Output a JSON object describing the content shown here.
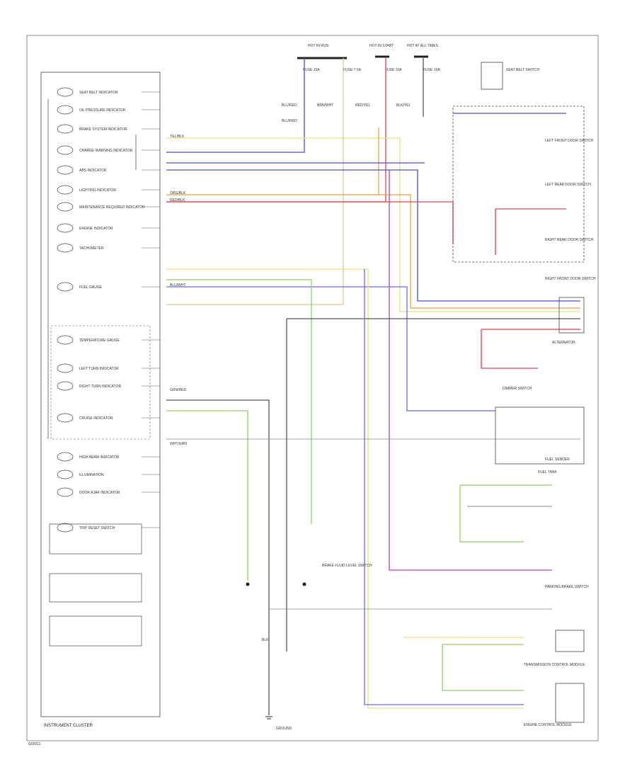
{
  "cluster": {
    "title": "INSTRUMENT CLUSTER",
    "indicators": [
      {
        "name": "SEAT BELT INDICATOR"
      },
      {
        "name": "OIL PRESSURE INDICATOR"
      },
      {
        "name": "BRAKE SYSTEM INDICATOR"
      },
      {
        "name": "CHARGE WARNING INDICATOR"
      },
      {
        "name": "ABS INDICATOR"
      },
      {
        "name": "LIGHTING INDICATOR"
      },
      {
        "name": "MAINTENANCE REQUIRED INDICATOR"
      },
      {
        "name": "ENGINE INDICATOR"
      },
      {
        "name": "TACHOMETER"
      },
      {
        "name": "FUEL GAUGE"
      },
      {
        "name": "TEMPERATURE GAUGE"
      },
      {
        "name": "LEFT TURN INDICATOR"
      },
      {
        "name": "RIGHT TURN INDICATOR"
      },
      {
        "name": "CRUISE INDICATOR"
      },
      {
        "name": "HIGH BEAM INDICATOR"
      },
      {
        "name": "ILLUMINATION"
      },
      {
        "name": "DOOR AJAR INDICATOR"
      },
      {
        "name": "TRIP RESET SWITCH"
      }
    ]
  },
  "fuse_block": {
    "labels": [
      "HOT IN RUN",
      "HOT IN START",
      "HOT AT ALL TIMES"
    ],
    "fuses": [
      "FUSE 15A",
      "FUSE 7.5A",
      "FUSE 10A",
      "FUSE 15A"
    ]
  },
  "components": {
    "seat_belt_switch": "SEAT BELT SWITCH",
    "left_front_door": "LEFT FRONT DOOR SWITCH",
    "left_rear_door": "LEFT REAR DOOR SWITCH",
    "right_rear_door": "RIGHT REAR DOOR SWITCH",
    "right_front_door": "RIGHT FRONT DOOR SWITCH",
    "dimmer_switch": "DIMMER SWITCH",
    "alternator": "ALTERNATOR",
    "fuel_tank": "FUEL TANK",
    "fuel_sender": "FUEL SENDER",
    "parking_brake": "PARKING BRAKE SWITCH",
    "brake_fluid": "BRAKE FLUID LEVEL SWITCH",
    "transmission_control": "TRANSMISSION CONTROL MODULE",
    "engine_control": "ENGINE CONTROL MODULE",
    "ground": "GROUND"
  },
  "wires": {
    "blu_red": "BLU/RED",
    "brn_wht": "BRN/WHT",
    "red_yel": "RED/YEL",
    "blk_yel": "BLK/YEL",
    "yel_blk": "YEL/BLK",
    "grn_red": "GRN/RED",
    "blu_wht": "BLU/WHT",
    "org_blk": "ORG/BLK",
    "red_blk": "RED/BLK",
    "wht_grn": "WHT/GRN",
    "blk": "BLK"
  },
  "colors": {
    "blue": "#4a4ae0",
    "yellow": "#e8e080",
    "orange": "#f0a040",
    "red": "#e04050",
    "green": "#90d060",
    "purple": "#b040c0",
    "black": "#222222",
    "tan": "#d8c898"
  },
  "footer": {
    "code": "G00011"
  }
}
